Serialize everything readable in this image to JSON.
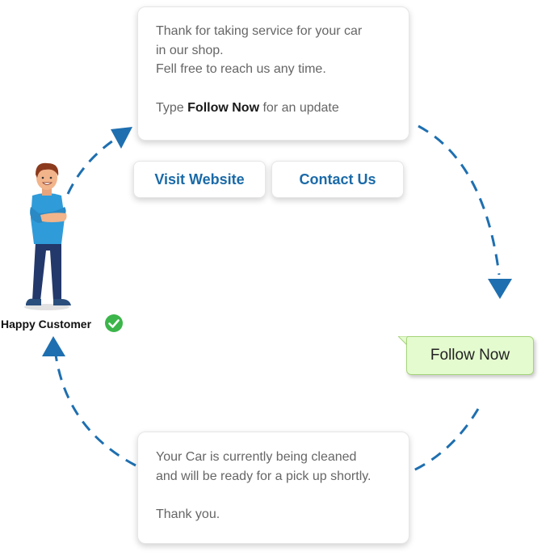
{
  "top_card": {
    "line1": "Thank for taking service for your car",
    "line2": "in our shop.",
    "line3": "Fell free to reach us any time.",
    "type_prefix": "Type ",
    "type_keyword": "Follow Now",
    "type_suffix": " for an update"
  },
  "buttons": {
    "visit": "Visit Website",
    "contact": "Contact Us"
  },
  "bubble": {
    "text": "Follow Now"
  },
  "bottom_card": {
    "line1": "Your Car is currently being cleaned",
    "line2": "and will be ready for a pick up shortly.",
    "line3": "Thank you."
  },
  "customer": {
    "label": "Happy Customer"
  },
  "colors": {
    "accent_blue": "#1a6aa8",
    "bubble_bg": "#e4fbcf",
    "check_green": "#3cb54a"
  },
  "icons": {
    "customer": "person-illustration",
    "check": "check-circle-icon",
    "arrow": "arrow-head-icon"
  }
}
